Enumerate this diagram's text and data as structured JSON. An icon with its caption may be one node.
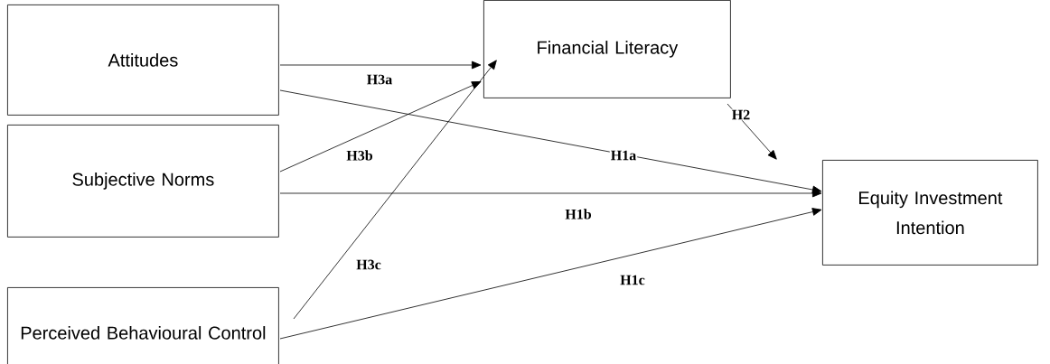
{
  "diagram": {
    "nodes": [
      {
        "text": [
          "Attitudes"
        ]
      },
      {
        "text": [
          "Financial Literacy"
        ]
      },
      {
        "text": [
          "Subjective Norms"
        ]
      },
      {
        "text": [
          "Equity Investment Intention"
        ]
      },
      {
        "text": [
          "Perceived Behavioural Control"
        ]
      }
    ],
    "edges": [
      {
        "from": 0,
        "to": 1,
        "arrow": "to",
        "label": "H3a"
      },
      {
        "from": 0,
        "to": 3,
        "arrow": "to",
        "label": "H1a"
      },
      {
        "from": 2,
        "to": 1,
        "arrow": "to",
        "label": "H3b"
      },
      {
        "from": 2,
        "to": 3,
        "arrow": "to",
        "label": "H1b"
      },
      {
        "from": 4,
        "to": 1,
        "arrow": "to",
        "label": "H3c"
      },
      {
        "from": 4,
        "to": 3,
        "arrow": "to",
        "label": "H1c"
      },
      {
        "from": 1,
        "to": 3,
        "arrow": "to",
        "label": "H2"
      }
    ]
  }
}
